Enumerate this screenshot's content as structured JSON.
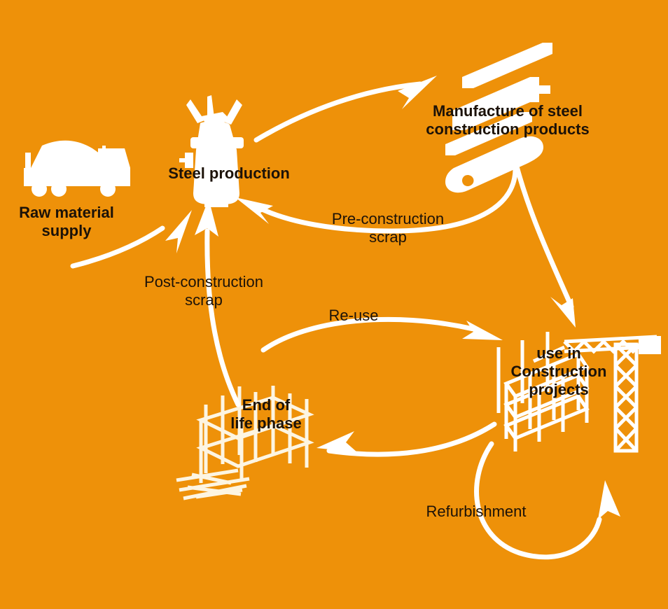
{
  "diagram": {
    "title": "Steel life cycle / circular economy diagram",
    "background_color": "#ee9109",
    "graphic_color": "#ffffff",
    "text_color": "#1c1208"
  },
  "nodes": [
    {
      "id": "raw-material-supply",
      "label": "Raw material\nsupply",
      "icon": "dump-truck-icon",
      "bold": true,
      "font_size": 22
    },
    {
      "id": "steel-production",
      "label": "Steel production",
      "icon": "furnace-ladle-icon",
      "bold": true,
      "font_size": 22
    },
    {
      "id": "manufacture-of-steel-construction-products",
      "label": "Manufacture of steel\nconstruction products",
      "icon": "steel-profiles-icon",
      "bold": true,
      "font_size": 22
    },
    {
      "id": "use-in-construction-projects",
      "label": "use in\nConstruction\nprojects",
      "icon": "crane-scaffold-icon",
      "bold": true,
      "font_size": 22
    },
    {
      "id": "end-of-life-phase",
      "label": "End of\nlife phase",
      "icon": "demolished-frame-icon",
      "bold": true,
      "font_size": 22
    }
  ],
  "flows": [
    {
      "id": "raw-to-production",
      "label": "",
      "from": "raw-material-supply",
      "to": "steel-production"
    },
    {
      "id": "production-to-manufacture",
      "label": "",
      "from": "steel-production",
      "to": "manufacture-of-steel-construction-products"
    },
    {
      "id": "manufacture-to-construction",
      "label": "",
      "from": "manufacture-of-steel-construction-products",
      "to": "use-in-construction-projects"
    },
    {
      "id": "pre-construction-scrap",
      "label": "Pre-construction\nscrap",
      "from": "manufacture-of-steel-construction-products",
      "to": "steel-production",
      "font_size": 22
    },
    {
      "id": "post-construction-scrap",
      "label": "Post-construction\nscrap",
      "from": "end-of-life-phase",
      "to": "steel-production",
      "font_size": 22
    },
    {
      "id": "re-use",
      "label": "Re-use",
      "from": "end-of-life-phase",
      "to": "use-in-construction-projects",
      "font_size": 22
    },
    {
      "id": "construction-to-end-of-life",
      "label": "",
      "from": "use-in-construction-projects",
      "to": "end-of-life-phase"
    },
    {
      "id": "refurbishment",
      "label": "Refurbishment",
      "from": "use-in-construction-projects",
      "to": "use-in-construction-projects",
      "font_size": 22
    }
  ]
}
